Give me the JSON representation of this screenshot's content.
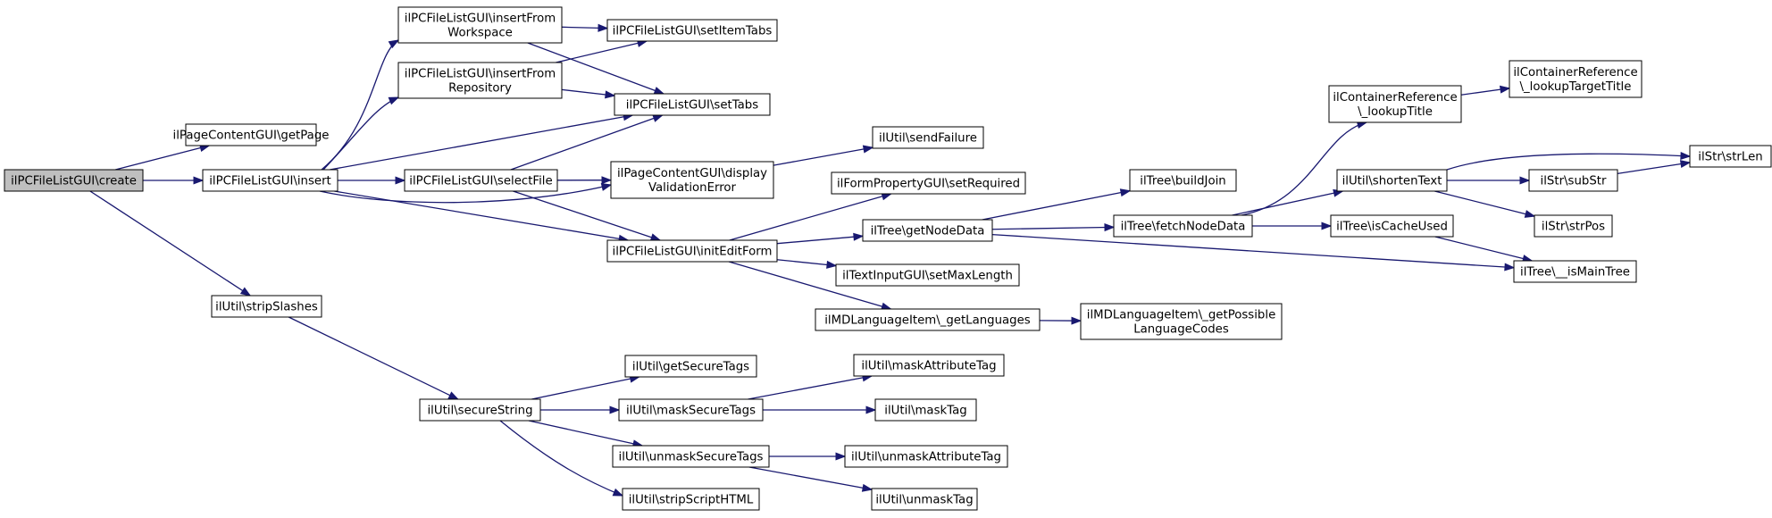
{
  "colors": {
    "edge": "#191970",
    "root_fill": "#bfbfbf",
    "node_fill": "#ffffff",
    "node_border": "#000000"
  },
  "nodes": [
    {
      "id": "create",
      "lines": [
        "ilPCFileListGUI\\create"
      ],
      "root": true
    },
    {
      "id": "getPage",
      "lines": [
        "ilPageContentGUI\\getPage"
      ]
    },
    {
      "id": "insert",
      "lines": [
        "ilPCFileListGUI\\insert"
      ]
    },
    {
      "id": "stripSlashes",
      "lines": [
        "ilUtil\\stripSlashes"
      ]
    },
    {
      "id": "insertFromWorkspace",
      "lines": [
        "ilPCFileListGUI\\insertFrom",
        "Workspace"
      ]
    },
    {
      "id": "insertFromRepository",
      "lines": [
        "ilPCFileListGUI\\insertFrom",
        "Repository"
      ]
    },
    {
      "id": "selectFile",
      "lines": [
        "ilPCFileListGUI\\selectFile"
      ]
    },
    {
      "id": "secureString",
      "lines": [
        "ilUtil\\secureString"
      ]
    },
    {
      "id": "setItemTabs",
      "lines": [
        "ilPCFileListGUI\\setItemTabs"
      ]
    },
    {
      "id": "setTabs",
      "lines": [
        "ilPCFileListGUI\\setTabs"
      ]
    },
    {
      "id": "displayValidationError",
      "lines": [
        "ilPageContentGUI\\display",
        "ValidationError"
      ]
    },
    {
      "id": "initEditForm",
      "lines": [
        "ilPCFileListGUI\\initEditForm"
      ]
    },
    {
      "id": "getSecureTags",
      "lines": [
        "ilUtil\\getSecureTags"
      ]
    },
    {
      "id": "maskSecureTags",
      "lines": [
        "ilUtil\\maskSecureTags"
      ]
    },
    {
      "id": "unmaskSecureTags",
      "lines": [
        "ilUtil\\unmaskSecureTags"
      ]
    },
    {
      "id": "stripScriptHTML",
      "lines": [
        "ilUtil\\stripScriptHTML"
      ]
    },
    {
      "id": "sendFailure",
      "lines": [
        "ilUtil\\sendFailure"
      ]
    },
    {
      "id": "setRequired",
      "lines": [
        "ilFormPropertyGUI\\setRequired"
      ]
    },
    {
      "id": "getNodeData",
      "lines": [
        "ilTree\\getNodeData"
      ]
    },
    {
      "id": "setMaxLength",
      "lines": [
        "ilTextInputGUI\\setMaxLength"
      ]
    },
    {
      "id": "getLanguages",
      "lines": [
        "ilMDLanguageItem\\_getLanguages"
      ]
    },
    {
      "id": "maskAttributeTag",
      "lines": [
        "ilUtil\\maskAttributeTag"
      ]
    },
    {
      "id": "maskTag",
      "lines": [
        "ilUtil\\maskTag"
      ]
    },
    {
      "id": "unmaskAttributeTag",
      "lines": [
        "ilUtil\\unmaskAttributeTag"
      ]
    },
    {
      "id": "unmaskTag",
      "lines": [
        "ilUtil\\unmaskTag"
      ]
    },
    {
      "id": "buildJoin",
      "lines": [
        "ilTree\\buildJoin"
      ]
    },
    {
      "id": "fetchNodeData",
      "lines": [
        "ilTree\\fetchNodeData"
      ]
    },
    {
      "id": "getPossibleLanguageCodes",
      "lines": [
        "ilMDLanguageItem\\_getPossible",
        "LanguageCodes"
      ]
    },
    {
      "id": "lookupTitle",
      "lines": [
        "ilContainerReference",
        "\\_lookupTitle"
      ]
    },
    {
      "id": "shortenText",
      "lines": [
        "ilUtil\\shortenText"
      ]
    },
    {
      "id": "isCacheUsed",
      "lines": [
        "ilTree\\isCacheUsed"
      ]
    },
    {
      "id": "lookupTargetTitle",
      "lines": [
        "ilContainerReference",
        "\\_lookupTargetTitle"
      ]
    },
    {
      "id": "subStr",
      "lines": [
        "ilStr\\subStr"
      ]
    },
    {
      "id": "strPos",
      "lines": [
        "ilStr\\strPos"
      ]
    },
    {
      "id": "isMainTree",
      "lines": [
        "ilTree\\__isMainTree"
      ]
    },
    {
      "id": "strLen",
      "lines": [
        "ilStr\\strLen"
      ]
    }
  ],
  "edges": [
    [
      "create",
      "getPage"
    ],
    [
      "create",
      "insert"
    ],
    [
      "create",
      "stripSlashes"
    ],
    [
      "insert",
      "insertFromWorkspace"
    ],
    [
      "insert",
      "insertFromRepository"
    ],
    [
      "insert",
      "setTabs"
    ],
    [
      "insert",
      "selectFile"
    ],
    [
      "insert",
      "displayValidationError"
    ],
    [
      "insert",
      "initEditForm"
    ],
    [
      "insertFromWorkspace",
      "setItemTabs"
    ],
    [
      "insertFromWorkspace",
      "setTabs"
    ],
    [
      "insertFromRepository",
      "setItemTabs"
    ],
    [
      "insertFromRepository",
      "setTabs"
    ],
    [
      "selectFile",
      "setTabs"
    ],
    [
      "selectFile",
      "displayValidationError"
    ],
    [
      "selectFile",
      "initEditForm"
    ],
    [
      "displayValidationError",
      "sendFailure"
    ],
    [
      "initEditForm",
      "setRequired"
    ],
    [
      "initEditForm",
      "getNodeData"
    ],
    [
      "initEditForm",
      "setMaxLength"
    ],
    [
      "initEditForm",
      "getLanguages"
    ],
    [
      "getNodeData",
      "buildJoin"
    ],
    [
      "getNodeData",
      "fetchNodeData"
    ],
    [
      "getNodeData",
      "isMainTree"
    ],
    [
      "fetchNodeData",
      "lookupTitle"
    ],
    [
      "fetchNodeData",
      "shortenText"
    ],
    [
      "fetchNodeData",
      "isCacheUsed"
    ],
    [
      "lookupTitle",
      "lookupTargetTitle"
    ],
    [
      "shortenText",
      "strLen"
    ],
    [
      "shortenText",
      "subStr"
    ],
    [
      "shortenText",
      "strPos"
    ],
    [
      "subStr",
      "strLen"
    ],
    [
      "isCacheUsed",
      "isMainTree"
    ],
    [
      "getLanguages",
      "getPossibleLanguageCodes"
    ],
    [
      "stripSlashes",
      "secureString"
    ],
    [
      "secureString",
      "getSecureTags"
    ],
    [
      "secureString",
      "maskSecureTags"
    ],
    [
      "secureString",
      "unmaskSecureTags"
    ],
    [
      "secureString",
      "stripScriptHTML"
    ],
    [
      "maskSecureTags",
      "maskAttributeTag"
    ],
    [
      "maskSecureTags",
      "maskTag"
    ],
    [
      "unmaskSecureTags",
      "unmaskAttributeTag"
    ],
    [
      "unmaskSecureTags",
      "unmaskTag"
    ]
  ]
}
